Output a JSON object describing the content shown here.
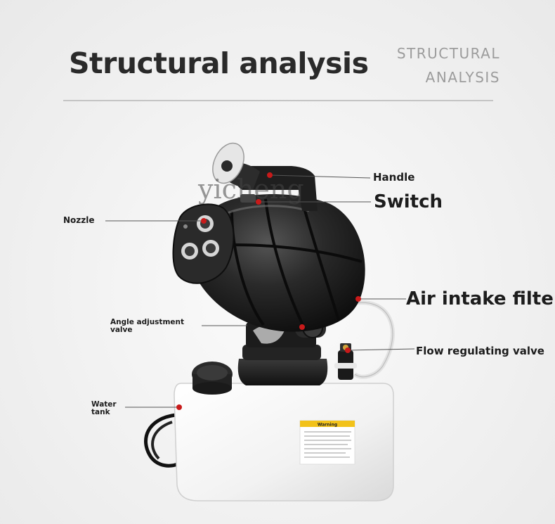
{
  "header": {
    "title": "Structural analysis",
    "subtitle_line1": "STRUCTURAL",
    "subtitle_line2": "ANALYSIS"
  },
  "watermark": "yicheng",
  "labels": {
    "handle": "Handle",
    "switch": "Switch",
    "nozzle": "Nozzle",
    "air_intake_filter": "Air intake filter",
    "angle_adjustment_valve": "Angle adjustment\nvalve",
    "flow_regulating_valve": "Flow regulating valve",
    "water_tank": "Water\ntank",
    "warning_tag": "Warning"
  },
  "colors": {
    "marker_red": "#c81a1a",
    "body_black": "#1f1f1f",
    "tank_white": "#fafafa",
    "warning_yellow": "#f2c21a"
  }
}
